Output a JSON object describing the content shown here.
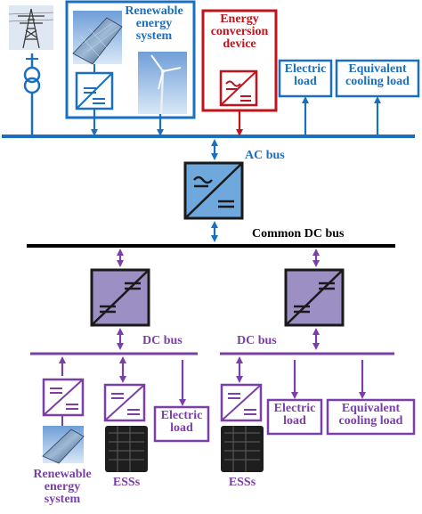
{
  "colors": {
    "ac": "#1a6fc0",
    "red": "#c0141c",
    "dc": "#7b3fa8",
    "black": "#000000",
    "converter_ac_fill": "#6fa8dc",
    "converter_dc_fill": "#9c8fc4"
  },
  "top": {
    "renewable_label_line1": "Renewable",
    "renewable_label_line2": "energy",
    "renewable_label_line3": "system",
    "energy_conv_line1": "Energy",
    "energy_conv_line2": "conversion",
    "energy_conv_line3": "device",
    "electric_load_line1": "Electric",
    "electric_load_line2": "load",
    "cooling_load_line1": "Equivalent",
    "cooling_load_line2": "cooling load"
  },
  "buses": {
    "ac_bus": "AC bus",
    "common_dc_bus": "Common DC bus",
    "dc_bus_left": "DC bus",
    "dc_bus_right": "DC bus"
  },
  "bottom": {
    "left_electric_load_line1": "Electric",
    "left_electric_load_line2": "load",
    "right_electric_load_line1": "Electric",
    "right_electric_load_line2": "load",
    "right_cooling_load_line1": "Equivalent",
    "right_cooling_load_line2": "cooling load",
    "left_renewable_line1": "Renewable",
    "left_renewable_line2": "energy",
    "left_renewable_line3": "system",
    "ess_left": "ESSs",
    "ess_right": "ESSs"
  },
  "icons": [
    "transmission-tower-icon",
    "transformer-icon",
    "solar-panel-icon",
    "wind-turbine-icon",
    "battery-stack-icon",
    "converter-icon"
  ]
}
